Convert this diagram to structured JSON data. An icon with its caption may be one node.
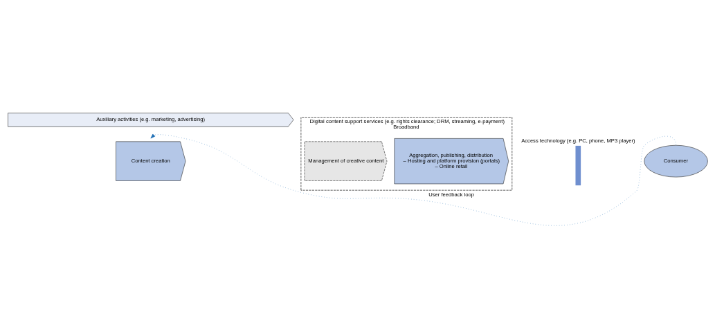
{
  "diagram": {
    "nodes": [
      {
        "text": [
          "Digital content support services (e.g. rights clearance; DRM, streaming, e-payment)",
          "Broadband"
        ]
      },
      {
        "text": [
          "Content creation"
        ]
      },
      {
        "text": [
          "Management of creative content"
        ],
        "in": 0
      },
      {
        "text": [
          "Aggregation, publishing, distribution",
          "– Hosting and platform provision (portals)",
          "– Online retail"
        ],
        "in": 0
      },
      {
        "text": [
          "Access technology (e.g. PC, phone, MP3 player)"
        ]
      },
      {
        "text": [
          "Consumer"
        ]
      },
      {
        "text": [
          "Auxiliary activities (e.g. marketing, advertising)"
        ]
      }
    ],
    "edges": [
      {
        "from": 5,
        "to": 1,
        "arrow": "to",
        "label": "User feedback loop",
        "style": "dashed",
        "color": "#1f6fb5"
      }
    ]
  }
}
